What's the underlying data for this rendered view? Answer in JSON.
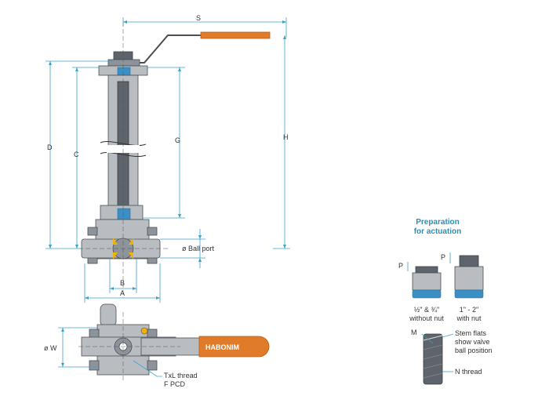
{
  "dimensions": {
    "S": "S",
    "H": "H",
    "D": "D",
    "C": "C",
    "G": "G",
    "B": "B",
    "A": "A",
    "W": "ø W",
    "ball_port": "ø Ball port"
  },
  "bottom_view": {
    "brand": "HABONIM",
    "thread_line1": "TxL thread",
    "thread_line2": "F PCD"
  },
  "actuation": {
    "title_line1": "Preparation",
    "title_line2": "for actuation",
    "p_label": "P",
    "left_caption_line1": "½\" & ¾\"",
    "left_caption_line2": "without nut",
    "right_caption_line1": "1\" - 2\"",
    "right_caption_line2": "with nut",
    "m_label": "M",
    "stem_line1": "Stem flats",
    "stem_line2": "show valve",
    "stem_line3": "ball position",
    "n_thread": "N thread"
  },
  "colors": {
    "dimension": "#3aa3c9",
    "handle": "#e07b2a",
    "accent_blue": "#3b8fc4",
    "metal": "#b9bdc2"
  }
}
